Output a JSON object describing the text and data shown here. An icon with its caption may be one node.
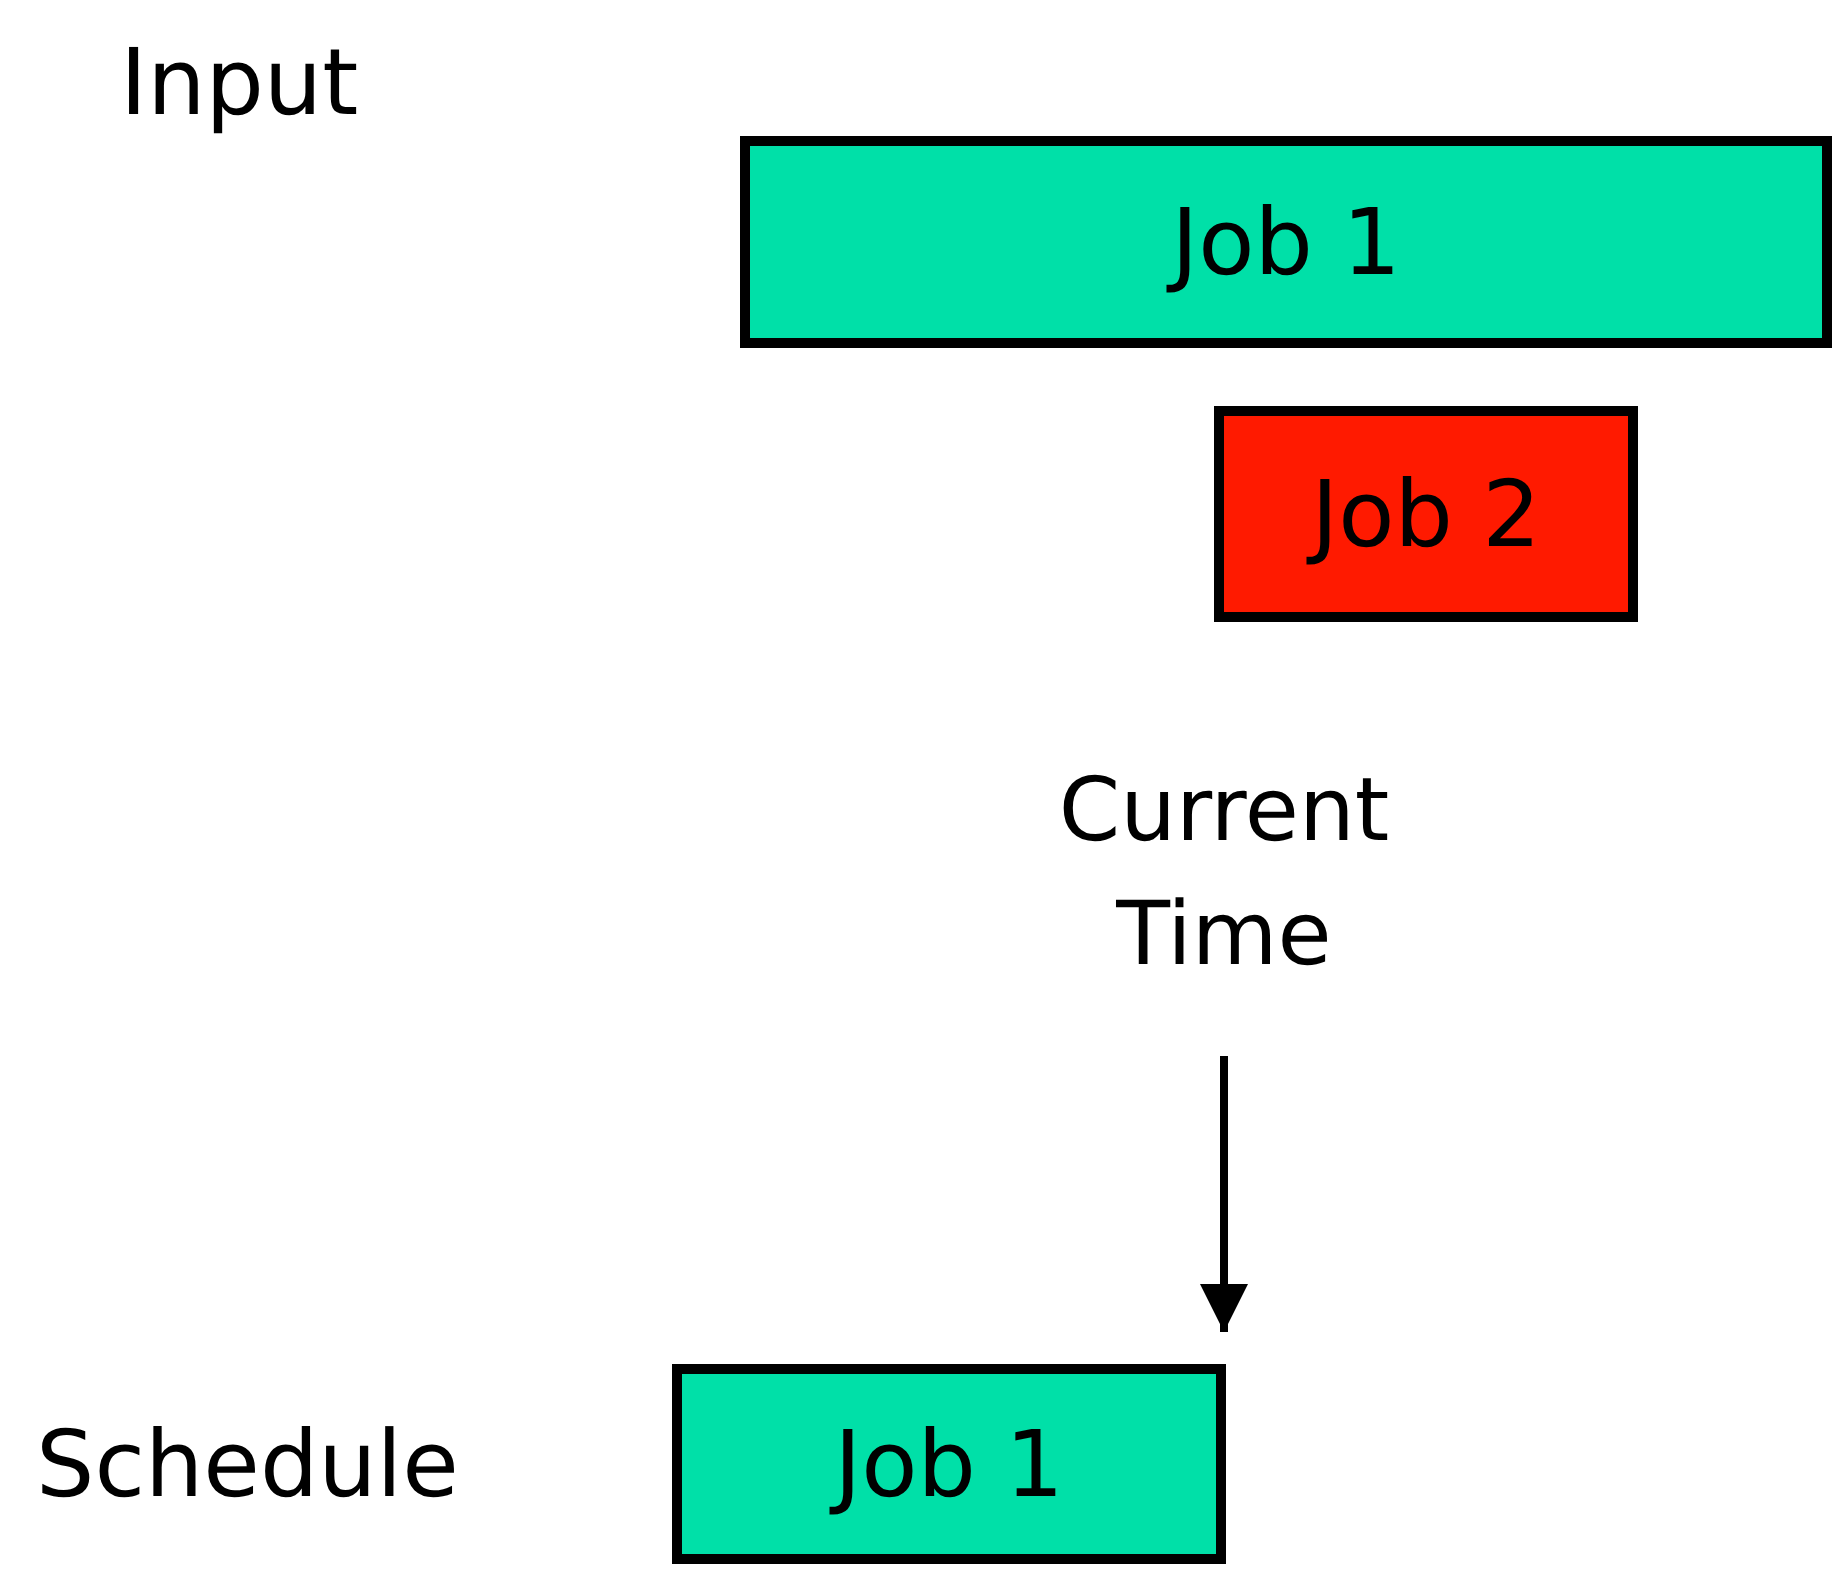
{
  "diagram": {
    "nodes": [
      {
        "text": [
          "Job 1"
        ]
      },
      {
        "text": [
          "Job 2"
        ]
      },
      {
        "text": [
          "Current Time"
        ]
      },
      {
        "text": [
          "Job 1"
        ]
      }
    ],
    "edges": [
      {
        "from": 2,
        "to": 3,
        "arrow": "to"
      }
    ],
    "labels": [
      "Input",
      "Schedule"
    ]
  }
}
